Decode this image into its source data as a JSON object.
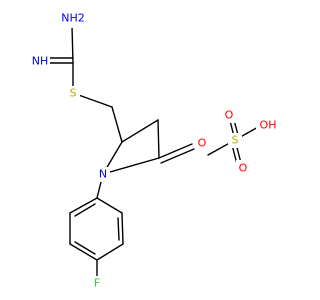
{
  "colors": {
    "bond": "#000000",
    "nitrogen": "#0000ff",
    "oxygen": "#ff0000",
    "sulfur": "#b2b200",
    "fluorine": "#33cc33",
    "background": "#ffffff"
  },
  "molecule_1": {
    "atoms": {
      "amine_nh2": "NH2",
      "imine_nh": "NH",
      "thioether_s": "S",
      "ring_n": "N",
      "carbonyl_o": "O",
      "fluorine": "F"
    }
  },
  "molecule_2": {
    "atoms": {
      "sulfonyl_s": "S",
      "o_upper": "O",
      "o_lower": "O",
      "hydroxyl": "OH"
    }
  }
}
